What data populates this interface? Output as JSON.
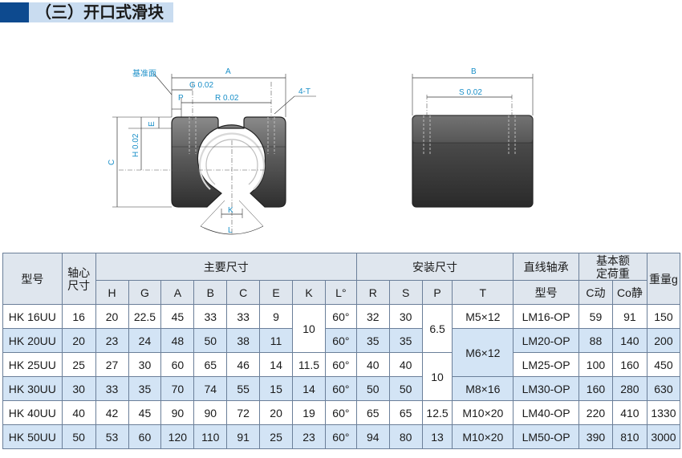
{
  "header": {
    "title": "（三）开口式滑块"
  },
  "drawing": {
    "front_labels": {
      "datum": "基准面",
      "A": "A",
      "G": "G 0.02",
      "P": "P",
      "R": "R 0.02",
      "T": "4-T",
      "E": "E",
      "H": "H 0.02",
      "C": "C",
      "K": "K",
      "L": "L"
    },
    "side_labels": {
      "B": "B",
      "S": "S 0.02"
    }
  },
  "table": {
    "headers": {
      "model": "型号",
      "axis_size": [
        "轴心",
        "尺寸"
      ],
      "main_dims": "主要尺寸",
      "install_dims": "安装尺寸",
      "bearing": "直线轴承",
      "rated_load": [
        "基本额",
        "定荷重"
      ],
      "weight": "重量g",
      "H": "H",
      "G": "G",
      "A": "A",
      "B": "B",
      "C": "C",
      "E": "E",
      "K": "K",
      "L": "L°",
      "R": "R",
      "S": "S",
      "P": "P",
      "T": "T",
      "bearing_model": "型号",
      "C_dyn": "C动",
      "Co_stat": "Co静"
    },
    "rows": [
      {
        "model": "HK 16UU",
        "axis": "16",
        "H": "20",
        "G": "22.5",
        "A": "45",
        "B": "33",
        "C": "33",
        "E": "9",
        "K": "10",
        "L": "60°",
        "R": "32",
        "S": "30",
        "P": "6.5",
        "T": "M5×12",
        "bearing": "LM16-OP",
        "Cd": "59",
        "Co": "91",
        "w": "150"
      },
      {
        "model": "HK 20UU",
        "axis": "20",
        "H": "23",
        "G": "24",
        "A": "48",
        "B": "50",
        "C": "38",
        "E": "11",
        "L": "60°",
        "R": "35",
        "S": "35",
        "T": "M6×12",
        "bearing": "LM20-OP",
        "Cd": "88",
        "Co": "140",
        "w": "200"
      },
      {
        "model": "HK 25UU",
        "axis": "25",
        "H": "27",
        "G": "30",
        "A": "60",
        "B": "65",
        "C": "46",
        "E": "14",
        "K": "11.5",
        "L": "60°",
        "R": "40",
        "S": "40",
        "P": "10",
        "bearing": "LM25-OP",
        "Cd": "100",
        "Co": "160",
        "w": "450"
      },
      {
        "model": "HK 30UU",
        "axis": "30",
        "H": "33",
        "G": "35",
        "A": "70",
        "B": "74",
        "C": "55",
        "E": "15",
        "K": "14",
        "L": "60°",
        "R": "50",
        "S": "50",
        "T": "M8×16",
        "bearing": "LM30-OP",
        "Cd": "160",
        "Co": "280",
        "w": "630"
      },
      {
        "model": "HK 40UU",
        "axis": "40",
        "H": "42",
        "G": "45",
        "A": "90",
        "B": "90",
        "C": "72",
        "E": "20",
        "K": "19",
        "L": "60°",
        "R": "65",
        "S": "65",
        "P": "12.5",
        "T": "M10×20",
        "bearing": "LM40-OP",
        "Cd": "220",
        "Co": "410",
        "w": "1330"
      },
      {
        "model": "HK 50UU",
        "axis": "50",
        "H": "53",
        "G": "60",
        "A": "120",
        "B": "110",
        "C": "91",
        "E": "25",
        "K": "23",
        "L": "60°",
        "R": "94",
        "S": "80",
        "P": "13",
        "T": "M10×20",
        "bearing": "LM50-OP",
        "Cd": "390",
        "Co": "810",
        "w": "3000"
      }
    ]
  }
}
